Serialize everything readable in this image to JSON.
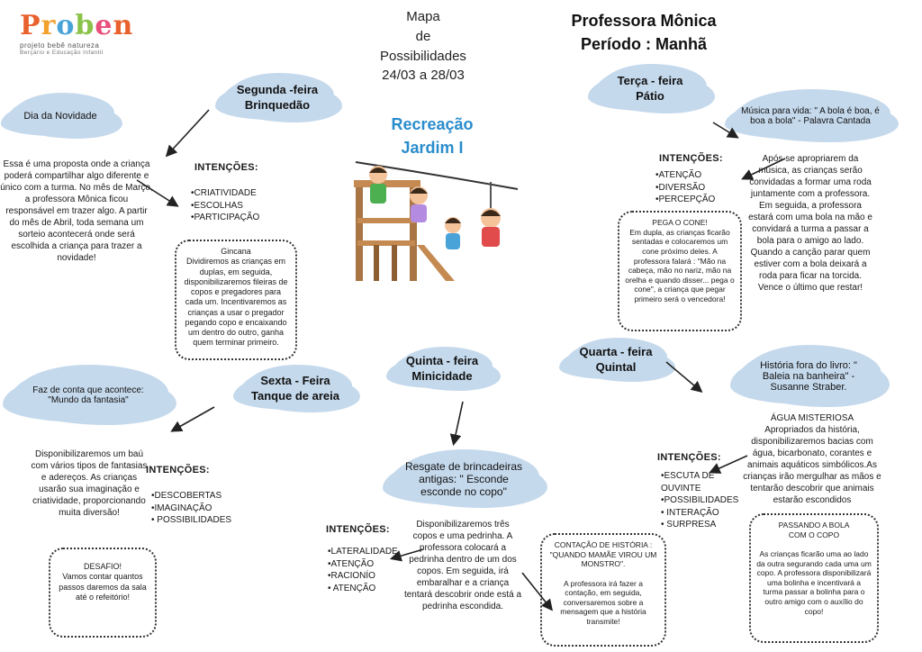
{
  "logo": {
    "name": "Proben",
    "line1": "projeto bebê natureza",
    "line2": "Berçário e Educação Infantil"
  },
  "header": {
    "map_lines": [
      "Mapa",
      "de",
      "Possibilidades",
      "24/03 a 28/03"
    ],
    "teacher": "Professora Mônica",
    "period": "Período : Manhã",
    "class_lines": [
      "Recreação",
      "Jardim I"
    ]
  },
  "monday": {
    "day": "Segunda -feira",
    "place": "Brinquedão",
    "activity": "Dia da Novidade",
    "description": "Essa é uma proposta onde a criança poderá compartilhar algo diferente e único com a turma. No mês de Março, a professora Mônica ficou responsável em trazer algo. A partir do mês de Abril, toda semana um sorteio acontecerá onde será escolhida a criança para trazer a novidade!",
    "intentions_title": "INTENÇÕES:",
    "intentions": [
      "•CRIATIVIDADE",
      "•ESCOLHAS",
      "•PARTICIPAÇÃO"
    ],
    "game": "Gincana\nDividiremos as crianças em duplas, em seguida, disponibilizaremos fileiras de copos e pregadores para cada um. Incentivaremos as crianças a usar o pregador pegando copo e encaixando um dentro do outro, ganha quem terminar primeiro."
  },
  "tuesday": {
    "day": "Terça - feira",
    "place": "Pátio",
    "activity": "Música para vida: \" A bola é boa, é boa a bola\" - Palavra Cantada",
    "description": "Após se apropriarem da música, as crianças serão convidadas a formar uma roda juntamente com a professora. Em seguida, a professora estará com uma bola na mão e convidará a turma a passar a bola para o amigo ao lado. Quando a canção parar quem estiver com a bola deixará a roda para ficar na torcida. Vence o último que restar!",
    "intentions_title": "INTENÇÕES:",
    "intentions": [
      "•ATENÇÃO",
      "•DIVERSÃO",
      "•PERCEPÇÃO"
    ],
    "game": "PEGA O CONE!\nEm dupla, as crianças ficarão sentadas e colocaremos um cone próximo deles. A professora falará : \"Mão na cabeça, mão no nariz, mão na orelha e quando disser... pega o cone\", a criança que pegar primeiro será o vencedora!"
  },
  "wednesday": {
    "day": "Quarta - feira",
    "place": "Quintal",
    "activity": "História fora do livro: \" Baleia na banheira\" - Susanne Straber.",
    "description": "ÁGUA MISTERIOSA\nApropriados da história, disponibilizaremos bacias com água, bicarbonato, corantes e animais aquáticos simbólicos.As crianças irão mergulhar as mãos e tentarão descobrir que animais estarão escondidos",
    "intentions_title": "INTENÇÕES:",
    "intentions": [
      "•ESCUTA DE",
      "OUVINTE",
      "•POSSIBILIDADES",
      "• INTERAÇÃO",
      "• SURPRESA"
    ],
    "game": "PASSANDO A BOLA\nCOM O COPO\n\nAs crianças ficarão uma ao lado da outra segurando cada uma um copo. A professora disponibilizará uma bolinha e incentivará a turma passar a bolinha para o outro amigo com o auxílio do copo!"
  },
  "thursday": {
    "day": "Quinta - feira",
    "place": "Minicidade",
    "activity": "Resgate de brincadeiras antigas: \" Esconde esconde no copo\"",
    "description": "Disponibilizaremos três copos e uma pedrinha. A professora colocará a pedrinha dentro de um dos copos. Em seguida, irá embaralhar e a criança tentará descobrir onde está a pedrinha escondida.",
    "intentions_title": "INTENÇÕES:",
    "intentions": [
      "•LATERALIDADE",
      "•ATENÇÃO",
      "•RACIONÍO",
      "• ATENÇÃO"
    ],
    "game": "CONTAÇÃO DE HISTÓRIA :\n\"QUANDO MAMÃE VIROU UM MONSTRO\".\n\nA professora irá fazer a contação, em seguida, conversaremos sobre a mensagem que a história transmite!"
  },
  "friday": {
    "day": "Sexta - Feira",
    "place": "Tanque de areia",
    "activity": "Faz de conta que acontece: \"Mundo da fantasia\"",
    "description": "Disponibilizaremos um baú com vários tipos de fantasias e adereços. As crianças usarão sua imaginação e criatividade, proporcionando muita diversão!",
    "intentions_title": "INTENÇÕES:",
    "intentions": [
      "•DESCOBERTAS",
      "•IMAGINAÇÃO",
      "• POSSIBILIDADES"
    ],
    "game": "DESAFIO!\nVamos contar quantos passos daremos da sala até o refeitório!"
  },
  "colors": {
    "cloud": "#c5d9ec",
    "title_blue": "#2a8ccc"
  }
}
